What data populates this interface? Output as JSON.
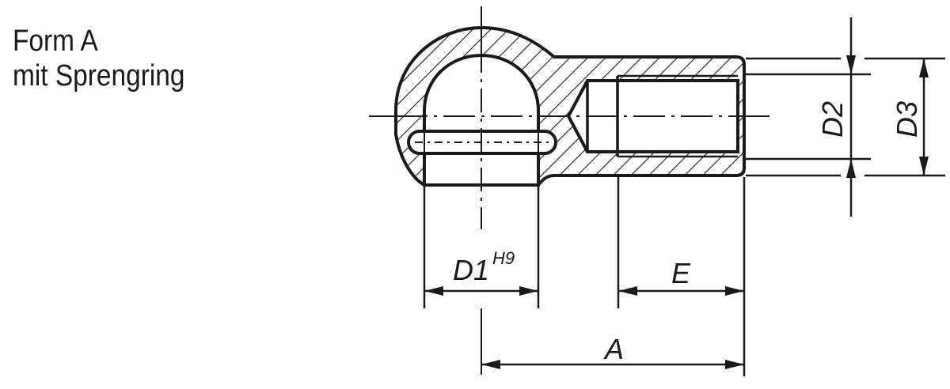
{
  "caption": {
    "line1": "Form A",
    "line2": "mit Sprengring"
  },
  "dimensions": {
    "d1_label": "D1",
    "d1_tolerance": "H9",
    "e_label": "E",
    "a_label": "A",
    "d2_label": "D2",
    "d3_label": "D3"
  },
  "colors": {
    "line": "#1a1a1a",
    "background": "#ffffff"
  }
}
